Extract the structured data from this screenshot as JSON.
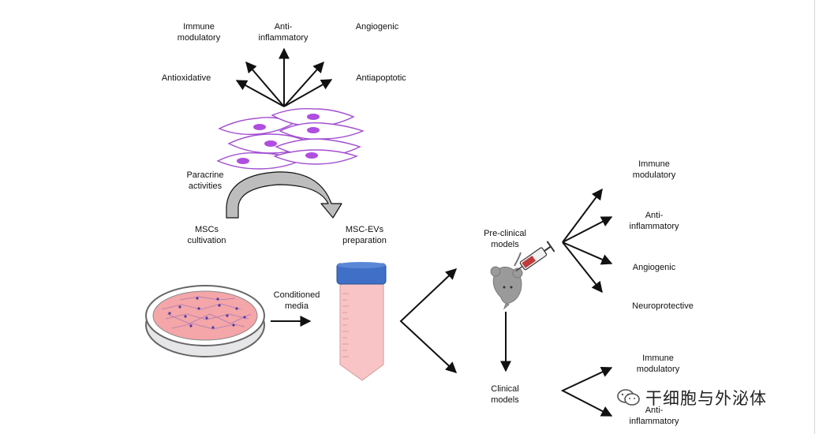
{
  "labels": {
    "immune_top": "Immune\nmodulatory",
    "anti_inflam_top": "Anti-\ninflammatory",
    "angiogenic_top": "Angiogenic",
    "antioxidative": "Antioxidative",
    "antiapoptotic": "Antiapoptotic",
    "paracrine": "Paracrine\nactivities",
    "mscs": "MSCs\ncultivation",
    "mscevs": "MSC-EVs\npreparation",
    "conditioned": "Conditioned\nmedia",
    "preclinical": "Pre-clinical\nmodels",
    "clinical": "Clinical\nmodels",
    "immune_pre": "Immune\nmodulatory",
    "anti_inflam_pre": "Anti-\ninflammatory",
    "angiogenic_pre": "Angiogenic",
    "neuroprotective": "Neuroprotective",
    "immune_clin": "Immune\nmodulatory",
    "anti_inflam_clin": "Anti-\ninflammatory"
  },
  "watermark": {
    "text": "干细胞与外泌体",
    "icon": "wechat-logo-icon"
  },
  "colors": {
    "cell_outline": "#a24fd0",
    "nucleus": "#b04ee0",
    "tube_cap": "#3f6fc6",
    "tube_body": "#f8c4c6",
    "dish_outline": "#777777",
    "dish_fill": "#e9e9ea",
    "dish_media": "#f4a6a8",
    "arrow_gray": "#bdbdbd",
    "mouse": "#9a9a9a"
  }
}
